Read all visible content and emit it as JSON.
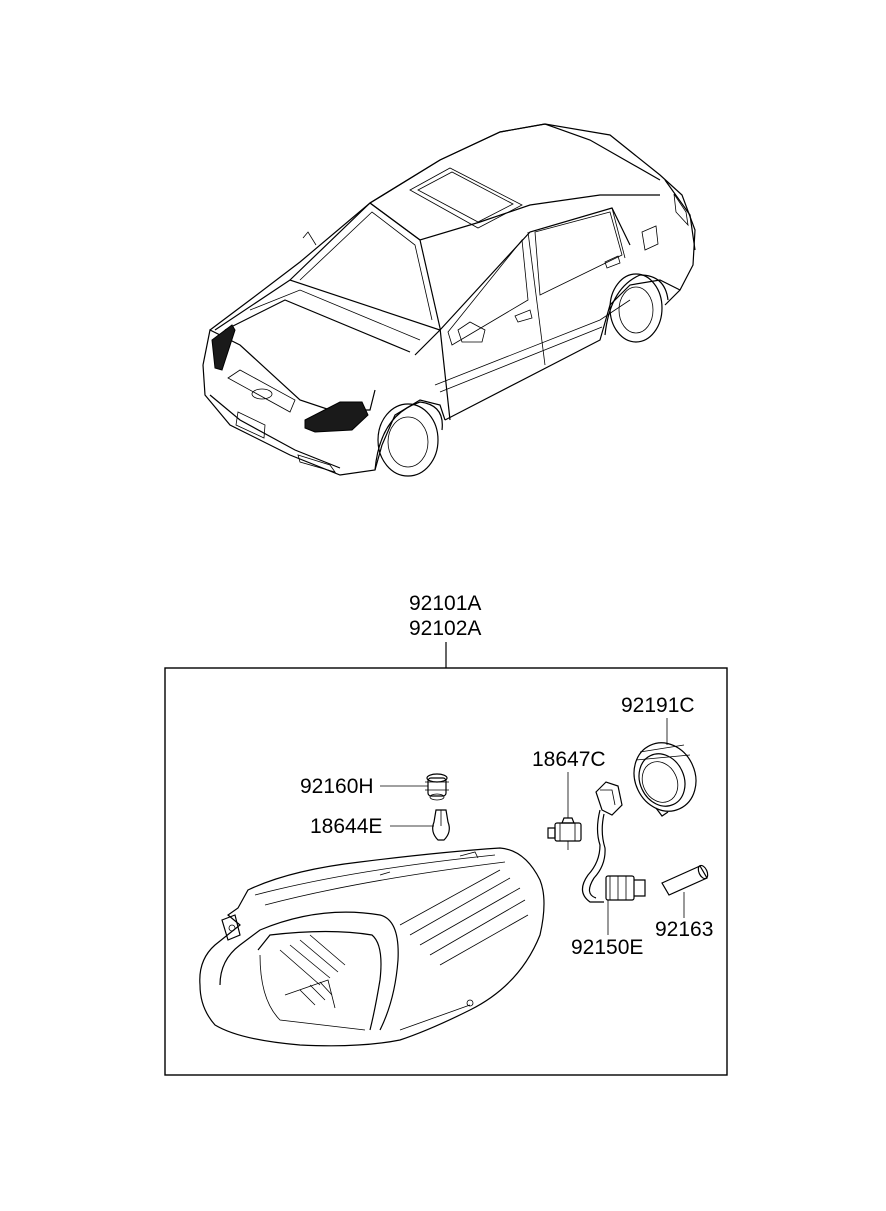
{
  "assembly": {
    "part_left": "92101A",
    "part_right": "92102A"
  },
  "parts": {
    "p92191C": "92191C",
    "p18647C": "18647C",
    "p92160H": "92160H",
    "p18644E": "18644E",
    "p92163": "92163",
    "p92150E": "92150E"
  },
  "icons": [
    "sedan-car-icon",
    "headlamp-assembly-icon",
    "bulb-socket-icon",
    "bulb-icon",
    "halogen-bulb-icon",
    "dust-cap-icon",
    "wire-harness-icon",
    "sleeve-icon"
  ]
}
